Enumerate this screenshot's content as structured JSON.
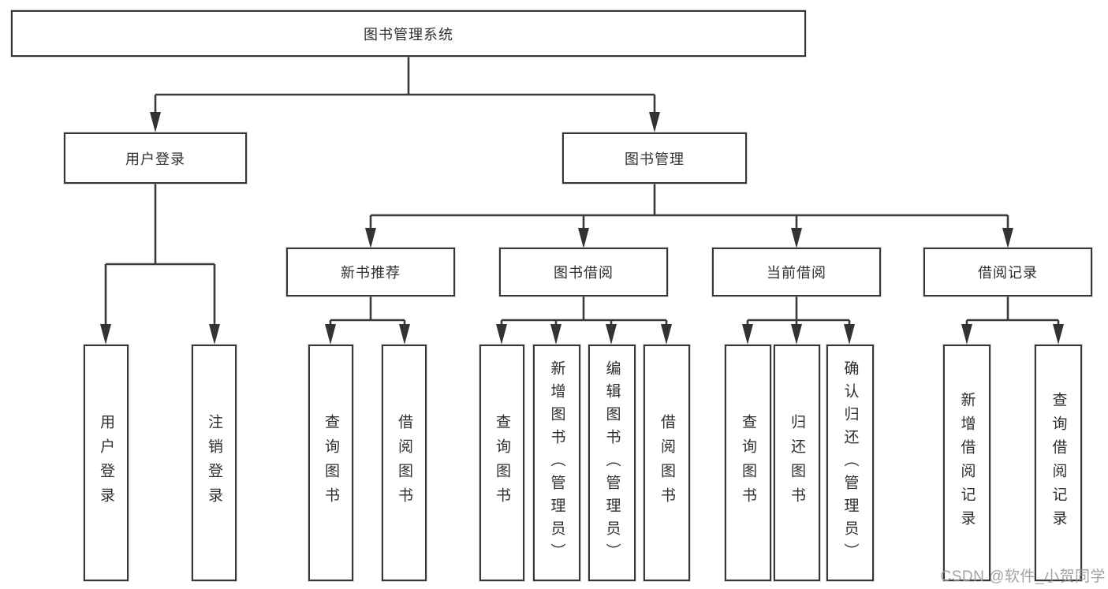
{
  "nodes": {
    "root": "图书管理系统",
    "user_login": "用户登录",
    "book_management": "图书管理",
    "new_book_recommend": "新书推荐",
    "book_borrowing": "图书借阅",
    "current_borrowing": "当前借阅",
    "borrowing_records": "借阅记录",
    "leaf_user_login": "用户登录",
    "leaf_logout": "注销登录",
    "leaf_query_book_recommend": "查询图书",
    "leaf_borrow_book_recommend": "借阅图书",
    "leaf_query_book_borrowing": "查询图书",
    "leaf_add_book_admin": "新增图书（管理员）",
    "leaf_edit_book_admin": "编辑图书（管理员）",
    "leaf_borrow_book_borrowing": "借阅图书",
    "leaf_query_book_current": "查询图书",
    "leaf_return_book": "归还图书",
    "leaf_confirm_return_admin": "确认归还（管理员）",
    "leaf_add_borrow_record": "新增借阅记录",
    "leaf_query_borrow_record": "查询借阅记录"
  },
  "watermark": {
    "text": "CSDN @软件_小贺同学"
  },
  "colors": {
    "line": "#3a3a3a",
    "text": "#2f2f2f",
    "box_background": "#ffffff",
    "watermark": "#9a9a9a"
  }
}
